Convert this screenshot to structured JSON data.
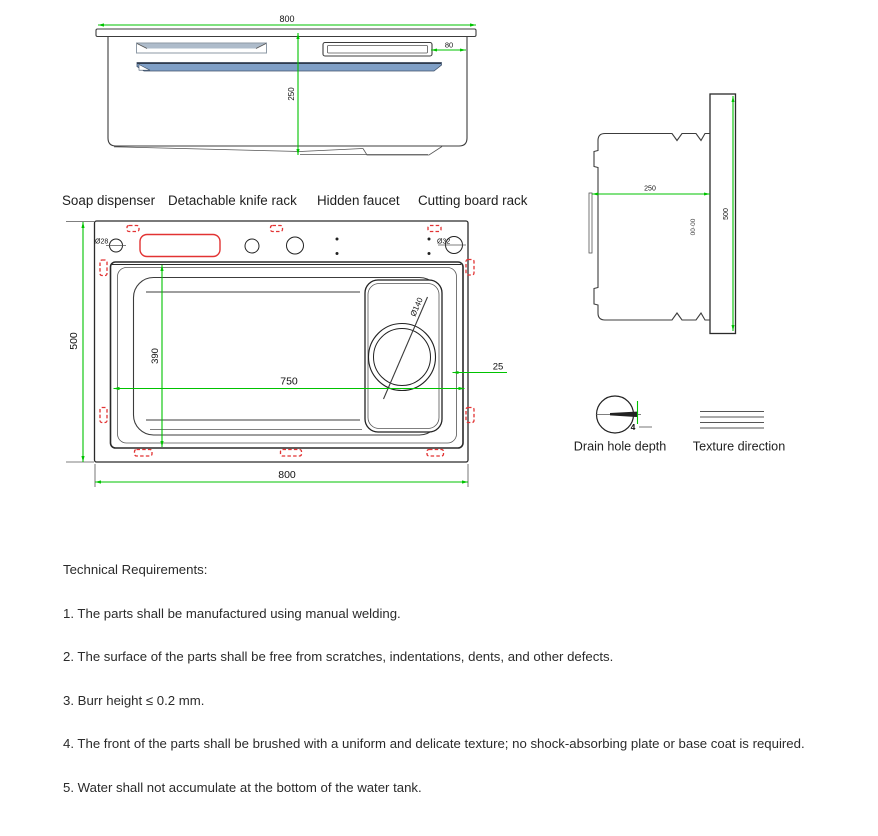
{
  "drawing": {
    "front_view": {
      "dim_width": "800",
      "dim_height": "250",
      "dim_slot": "80"
    },
    "callouts": {
      "soap": "Soap dispenser",
      "knife": "Detachable knife rack",
      "faucet": "Hidden faucet",
      "board": "Cutting board rack"
    },
    "plan_view": {
      "dim_width_bottom": "800",
      "dim_height_left": "500",
      "dim_inner_width": "750",
      "dim_inner_height": "390",
      "dim_gap": "25",
      "dim_hole_left": "Ø28",
      "dim_hole_right": "Ø32",
      "dim_drain": "Ø140"
    },
    "side_view": {
      "dim_depth": "250",
      "dim_height": "500",
      "marking": "00·00"
    },
    "details": {
      "drain": {
        "label": "Drain hole depth",
        "dim_depth": "4"
      },
      "texture": {
        "label": "Texture direction"
      }
    },
    "colors": {
      "dimension_green": "#00c300",
      "highlight_red": "#e23333",
      "slot_steel_blue": "#7f9fc6",
      "line_black": "#3c3c3c"
    }
  },
  "technical_requirements": {
    "title": "Technical Requirements:",
    "items": [
      "1. The parts shall be manufactured using manual welding.",
      "2. The surface of the parts shall be free from scratches, indentations, dents, and other defects.",
      "3. Burr height ≤ 0.2 mm.",
      "4. The front of the parts shall be brushed with a uniform and delicate texture; no shock-absorbing plate or base coat is required.",
      "5. Water shall not accumulate at the bottom of the water tank."
    ]
  }
}
